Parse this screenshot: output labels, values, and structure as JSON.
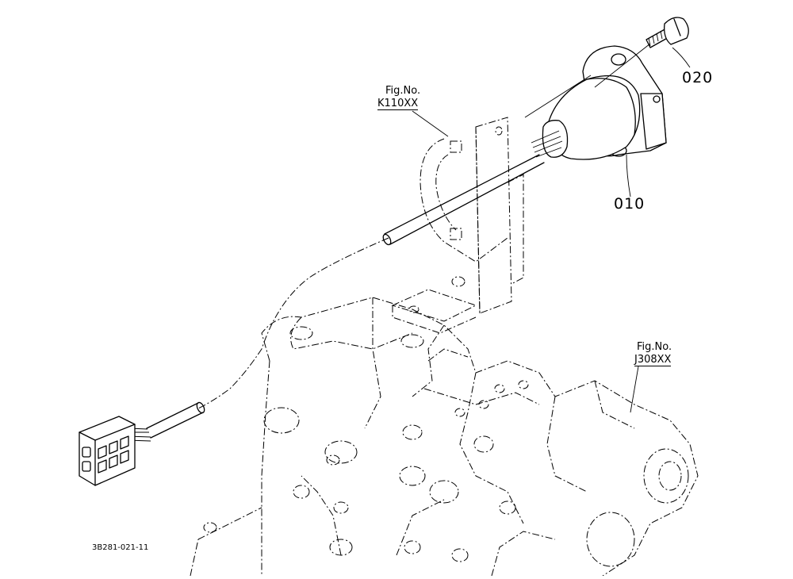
{
  "labels": {
    "ref_k_title": "Fig.No.",
    "ref_k_code": "K110XX",
    "ref_j_title": "Fig.No.",
    "ref_j_code": "J308XX",
    "part_020": "020",
    "part_010": "010",
    "drawing_code": "3B281-021-11"
  }
}
